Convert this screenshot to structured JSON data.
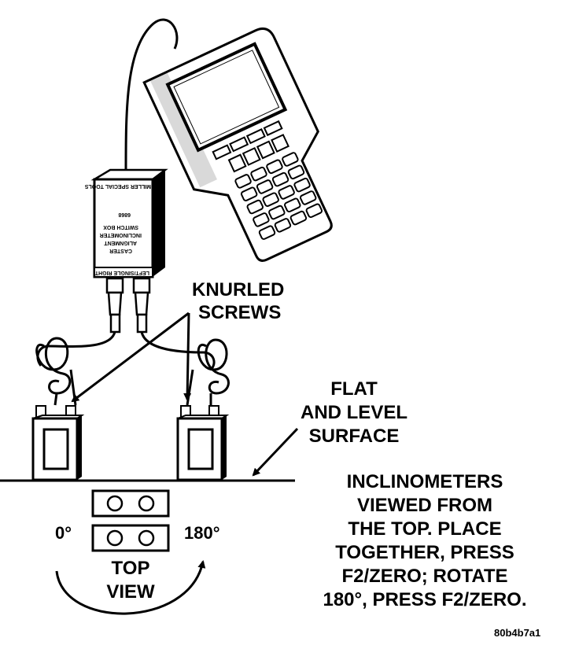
{
  "labels": {
    "knurled_line1": "KNURLED",
    "knurled_line2": "SCREWS",
    "flat_line1": "FLAT",
    "flat_line2": "AND LEVEL",
    "flat_line3": "SURFACE",
    "instructions": [
      "INCLINOMETERS",
      "VIEWED FROM",
      "THE TOP.  PLACE",
      "TOGETHER, PRESS",
      "F2/ZERO; ROTATE",
      "180°, PRESS F2/ZERO."
    ],
    "angle_left": "0°",
    "angle_right": "180°",
    "top_view_line1": "TOP",
    "top_view_line2": "VIEW",
    "figure_id": "80b4b7a1"
  },
  "switch_box": {
    "line1": "CASTER",
    "line2": "ALIGNMENT",
    "line3": "INCLINOMETER",
    "line4": "SWITCH BOX",
    "model": "6868",
    "vendor": "MILLER SPECIAL TOOLS",
    "ports": "LEFT/SINGLE  RIGHT"
  }
}
